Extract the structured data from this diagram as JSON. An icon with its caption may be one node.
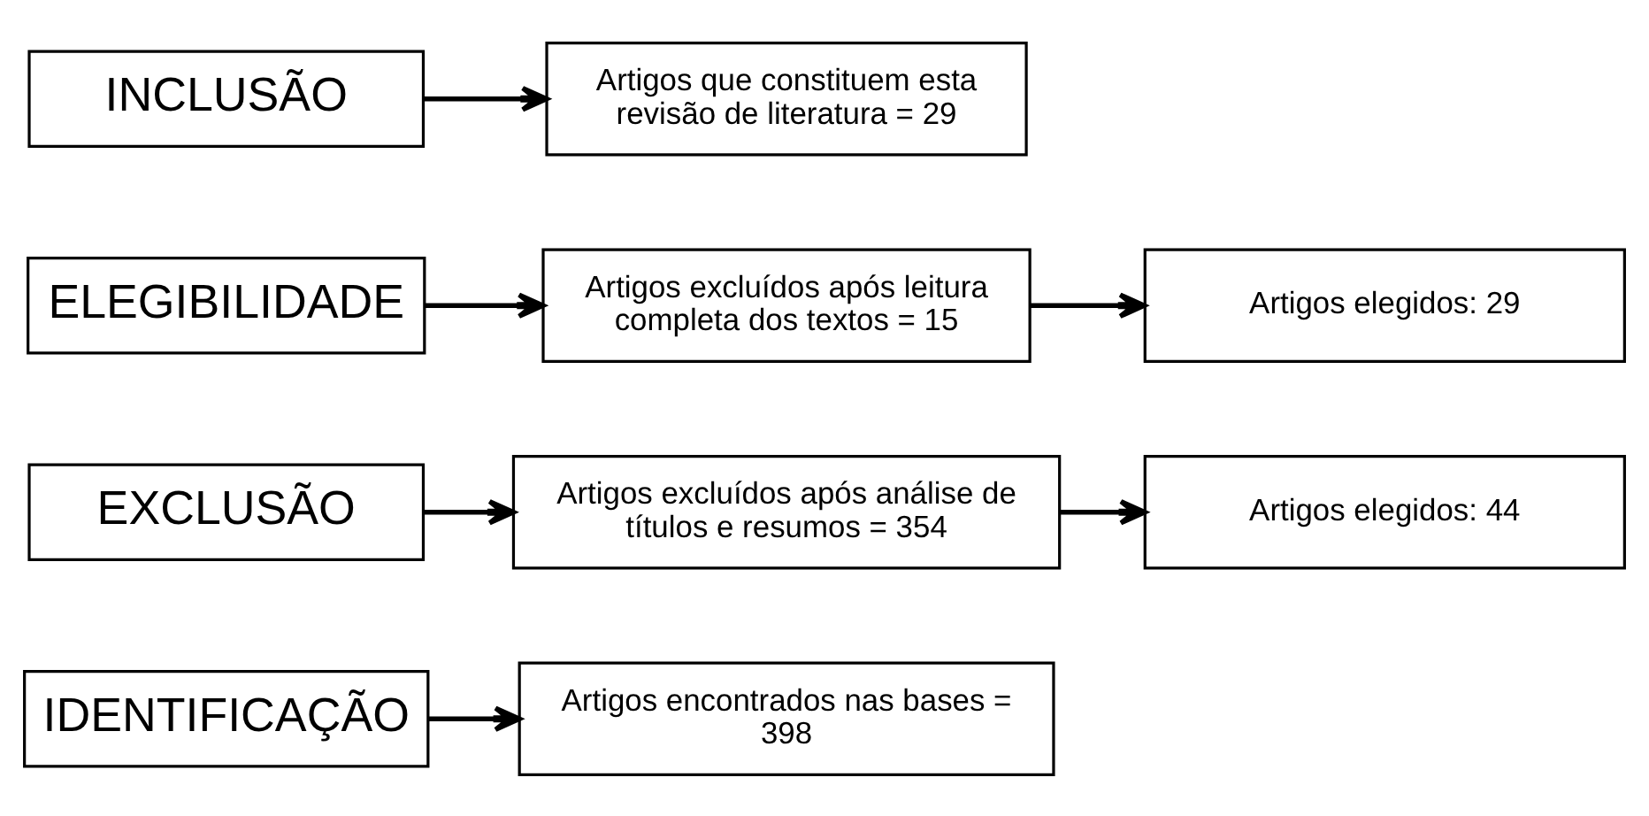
{
  "diagram": {
    "nodes": [
      {
        "text": [
          "IDENTIFICAÇÃO"
        ]
      },
      {
        "text": [
          "Artigos encontrados nas bases = 398"
        ]
      },
      {
        "text": [
          "EXCLUSÃO"
        ]
      },
      {
        "text": [
          "Artigos excluídos após análise de títulos e resumos = 354"
        ]
      },
      {
        "text": [
          "Artigos elegidos: 44"
        ]
      },
      {
        "text": [
          "ELEGIBILIDADE"
        ]
      },
      {
        "text": [
          "Artigos excluídos após leitura completa dos textos = 15"
        ]
      },
      {
        "text": [
          "Artigos elegidos: 29"
        ]
      },
      {
        "text": [
          "INCLUSÃO"
        ]
      },
      {
        "text": [
          "Artigos que constituem esta revisão de literatura = 29"
        ]
      }
    ],
    "edges": [
      {
        "from": 0,
        "to": 1,
        "arrow": "to"
      },
      {
        "from": 2,
        "to": 3,
        "arrow": "to"
      },
      {
        "from": 3,
        "to": 4,
        "arrow": "to"
      },
      {
        "from": 5,
        "to": 6,
        "arrow": "to"
      },
      {
        "from": 6,
        "to": 7,
        "arrow": "to"
      },
      {
        "from": 8,
        "to": 9,
        "arrow": "to"
      }
    ]
  }
}
